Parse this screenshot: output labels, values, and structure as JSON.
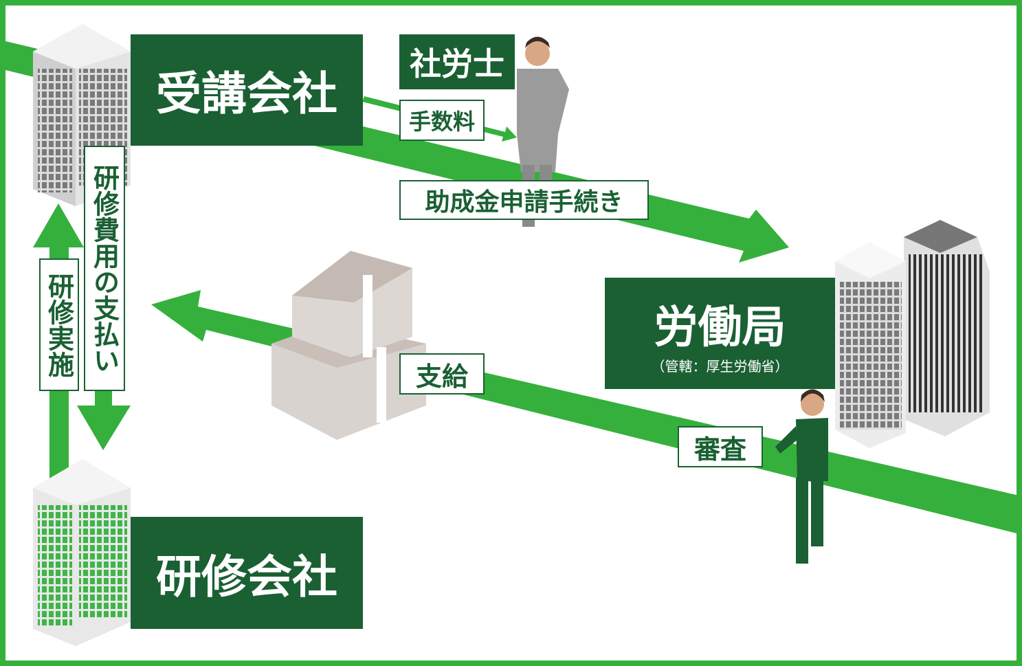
{
  "nodes": {
    "trainee_company": "受講会社",
    "training_company": "研修会社",
    "labor_bureau": "労働局",
    "labor_bureau_sub": "（管轄：厚生労働省）",
    "sharoushi": "社労士"
  },
  "labels": {
    "fee": "手数料",
    "subsidy_procedure": "助成金申請手続き",
    "payment": "支給",
    "review": "審査",
    "training_fee_payment": "研修費用の支払い",
    "training_conducted": "研修実施"
  },
  "colors": {
    "dark_green": "#1a6033",
    "bright_green": "#36b03c"
  }
}
